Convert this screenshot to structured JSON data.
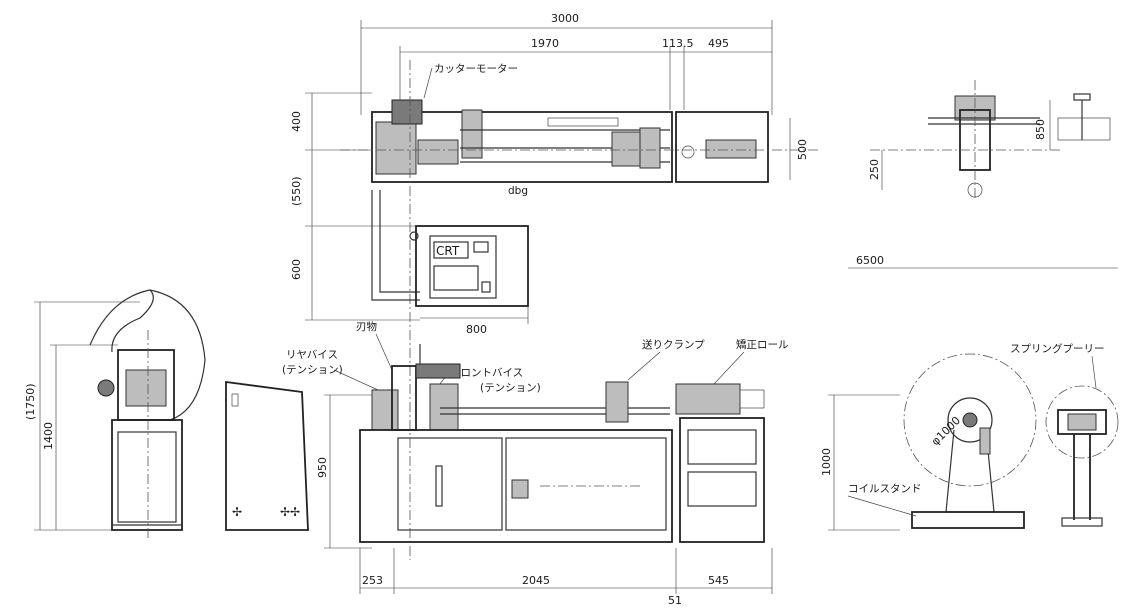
{
  "dimensions": {
    "total_length": "3000",
    "main_length": "1970",
    "gap_small": "113.5",
    "feed_length": "495",
    "depth_top": "400",
    "depth_bottom": "(550)",
    "roller_width": "500",
    "right_850": "850",
    "right_250": "250",
    "overall_6500": "6500",
    "panel_depth": "600",
    "panel_width": "800",
    "left_height_total": "(1750)",
    "left_height": "1400",
    "table_height": "950",
    "roll_height": "1000",
    "base_253": "253",
    "base_2045": "2045",
    "base_545": "545",
    "base_51": "51",
    "coil_diameter": "φ1000"
  },
  "labels": {
    "cutter_motor": "カッターモーター",
    "crt": "CRT",
    "blade": "刃物",
    "rear_vise_1": "リヤバイス",
    "rear_vise_2": "(テンション)",
    "front_vise_1": "フロントバイス",
    "front_vise_2": "(テンション)",
    "feed_clamp": "送りクランプ",
    "straightening_roll": "矯正ロール",
    "spring_pulley": "スプリングプーリー",
    "coil_stand": "コイルスタンド"
  }
}
